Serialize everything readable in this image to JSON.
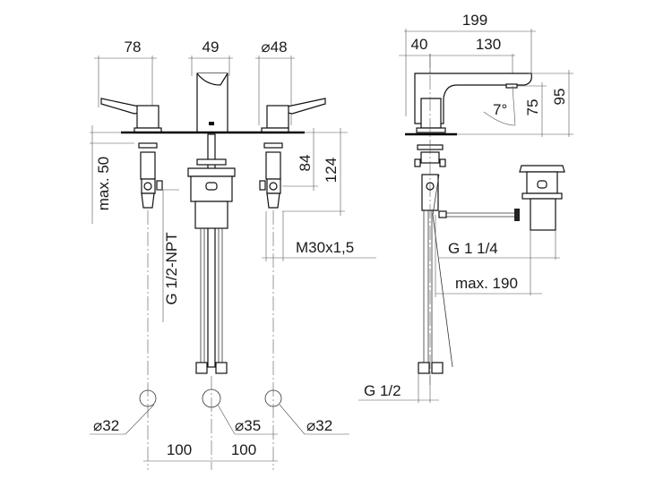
{
  "front_view": {
    "dim_lever_width": "78",
    "dim_spout_width": "49",
    "dim_valve_diameter": "⌀48",
    "dim_max_deck": "max. 50",
    "dim_84": "84",
    "dim_124": "124",
    "thread_m30": "M30x1,5",
    "thread_npt": "G 1/2-NPT",
    "hole_left": "⌀32",
    "hole_center": "⌀35",
    "hole_right": "⌀32",
    "spacing_left": "100",
    "spacing_right": "100"
  },
  "side_view": {
    "dim_total_length": "199",
    "dim_40": "40",
    "dim_reach": "130",
    "dim_height": "95",
    "dim_outlet_height": "75",
    "angle": "7°",
    "thread_drain": "G 1 1/4",
    "dim_max_190": "max. 190",
    "thread_supply": "G 1/2"
  }
}
